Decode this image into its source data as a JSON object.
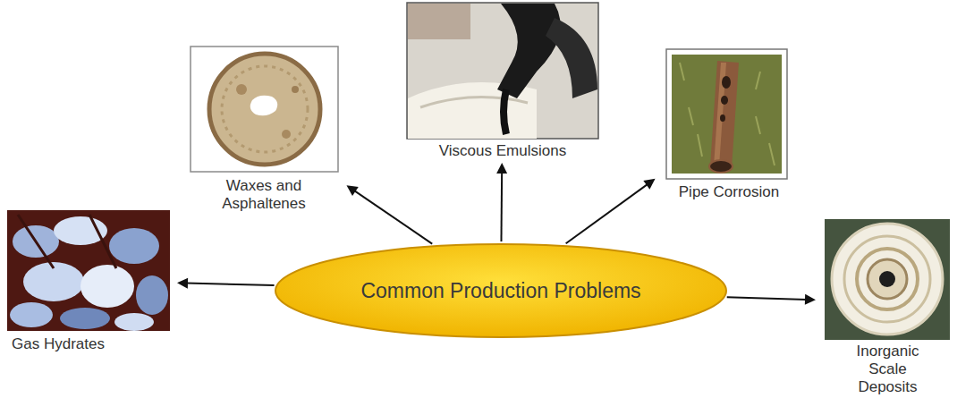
{
  "diagram": {
    "nodes": [
      {
        "text": [
          "Viscous Emulsions"
        ]
      },
      {
        "text": [
          "Waxes and Asphaltenes"
        ]
      },
      {
        "text": [
          "Pipe Corrosion"
        ]
      },
      {
        "text": [
          "Gas Hydrates"
        ]
      },
      {
        "text": [
          "Common Production Problems"
        ]
      },
      {
        "text": [
          "Inorganic Scale Deposits"
        ]
      }
    ],
    "edges": [
      {
        "from": 4,
        "to": 0,
        "arrow": "to"
      },
      {
        "from": 4,
        "to": 1,
        "arrow": "to"
      },
      {
        "from": 4,
        "to": 2,
        "arrow": "to"
      },
      {
        "from": 4,
        "to": 3,
        "arrow": "to"
      },
      {
        "from": 4,
        "to": 5,
        "arrow": "to"
      }
    ]
  }
}
